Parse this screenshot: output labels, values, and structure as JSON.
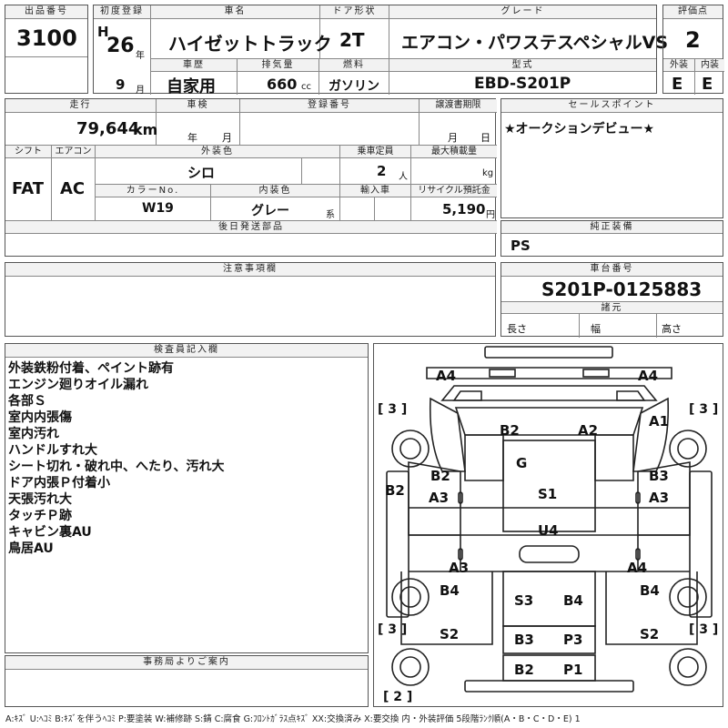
{
  "header": {
    "lot_label": "出品番号",
    "lot": "3100",
    "first_reg_label": "初度登録",
    "era": "H",
    "year": "26",
    "year_unit": "年",
    "month": "9",
    "month_unit": "月",
    "car_name_label": "車名",
    "car_name": "ハイゼットトラック",
    "door_label": "ドア形状",
    "door": "2T",
    "grade_label": "グレード",
    "grade": "エアコン・パワステスペシャルVS",
    "score_label": "評価点",
    "score": "2",
    "history_label": "車歴",
    "history": "自家用",
    "displacement_label": "排気量",
    "displacement": "660",
    "displacement_unit": "cc",
    "fuel_label": "燃料",
    "fuel": "ガソリン",
    "model_label": "型式",
    "model": "EBD-S201P",
    "exterior_label": "外装",
    "exterior": "E",
    "interior_label": "内装",
    "interior": "E"
  },
  "row2": {
    "mileage_label": "走行",
    "mileage": "79,644",
    "mileage_unit": "km",
    "inspection_label": "車検",
    "insp_year_unit": "年",
    "insp_month_unit": "月",
    "reg_no_label": "登録番号",
    "transfer_label": "譲渡書期限",
    "transfer_month_unit": "月",
    "transfer_day_unit": "日",
    "shift_label": "シフト",
    "shift": "FAT",
    "ac_label": "エアコン",
    "ac": "AC",
    "ext_color_label": "外装色",
    "ext_color": "シロ",
    "capacity_label": "乗車定員",
    "capacity": "2",
    "capacity_unit": "人",
    "max_load_label": "最大積載量",
    "max_load_unit": "kg",
    "color_no_label": "カラーNo.",
    "color_no": "W19",
    "int_color_label": "内装色",
    "int_color": "グレー",
    "int_color_unit": "系",
    "import_label": "輸入車",
    "recycle_label": "リサイクル預託金",
    "recycle": "5,190",
    "recycle_unit": "円",
    "later_parts_label": "後日発送部品"
  },
  "sales_point": {
    "label": "セールスポイント",
    "text": "★オークションデビュー★"
  },
  "genuine": {
    "label": "純正装備",
    "text": "PS"
  },
  "notes": {
    "label": "注意事項欄"
  },
  "chassis": {
    "label": "車台番号",
    "number": "S201P-0125883"
  },
  "dims": {
    "label": "諸元",
    "length": "長さ",
    "width": "幅",
    "height": "高さ"
  },
  "inspector": {
    "label": "検査員記入欄",
    "lines": [
      "外装鉄粉付着、ペイント跡有",
      "エンジン廻りオイル漏れ",
      "各部Ｓ",
      "室内内張傷",
      "室内汚れ",
      "ハンドルすれ大",
      "シート切れ・破れ中、へたり、汚れ大",
      "ドア内張Ｐ付着小",
      "天張汚れ大",
      "タッチＰ跡",
      "キャビン裏AU",
      "鳥居AU"
    ]
  },
  "office": {
    "label": "事務局よりご案内"
  },
  "diagram_marks": {
    "a4_left": "A4",
    "a4_right": "A4",
    "b2_top": "B2",
    "a2_top": "A2",
    "a1": "A1",
    "g": "G",
    "b2_left_door": "B2",
    "a3_left_door": "A3",
    "b2_left_side": "B2",
    "b3_right": "B3",
    "a3_right": "A3",
    "s1": "S1",
    "u4": "U4",
    "a3_lower_left": "A3",
    "a4_lower_right": "A4",
    "b4_left": "B4",
    "s3": "S3",
    "b4_mid": "B4",
    "b4_right": "B4",
    "s2_left": "S2",
    "b3_rear": "B3",
    "p3": "P3",
    "s2_right": "S2",
    "b2_rear": "B2",
    "p1": "P1",
    "tire_fl": "[ 3 ]",
    "tire_fr": "[ 3 ]",
    "tire_rl": "[ 3 ]",
    "tire_rr": "[ 3 ]",
    "tire_spare": "[ 2 ]"
  },
  "legend": "A:ｷｽﾞ U:ﾍｺﾐ B:ｷｽﾞを伴うﾍｺﾐ P:要塗装 W:補修跡 S:錆 C:腐食 G:ﾌﾛﾝﾄｶﾞﾗｽ点ｷｽﾞ XX:交換済み X:要交換 内・外装評価 5段階ﾗﾝｸ順(A・B・C・D・E) 1"
}
